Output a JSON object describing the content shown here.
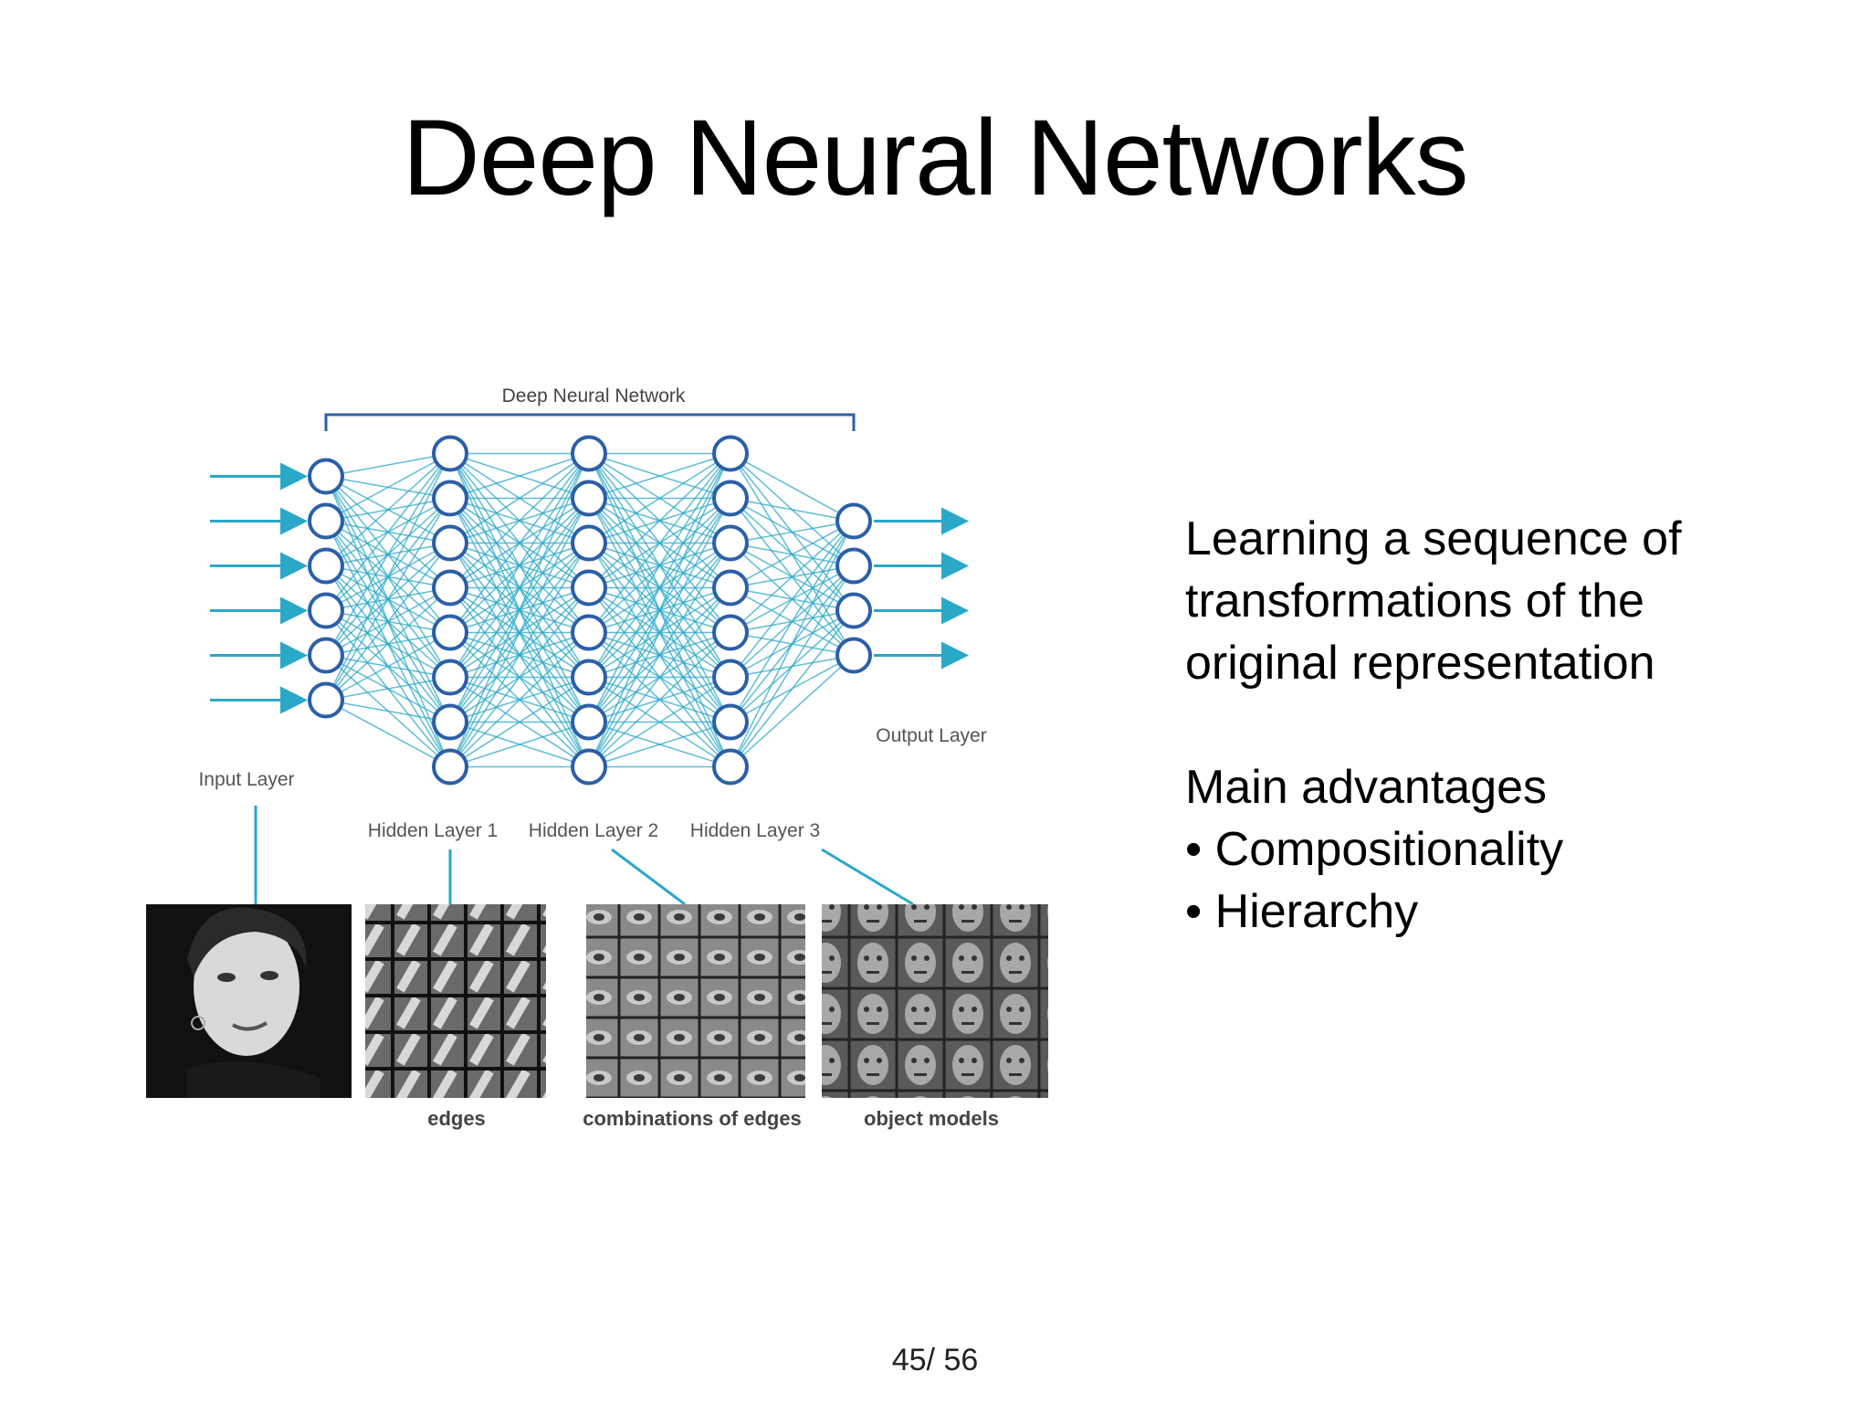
{
  "slide": {
    "title": "Deep Neural Networks",
    "page_number": "45/ 56"
  },
  "diagram": {
    "network_label": "Deep Neural Network",
    "layers": [
      {
        "label": "Input Layer",
        "nodes": 6
      },
      {
        "label": "Hidden Layer 1",
        "nodes": 8
      },
      {
        "label": "Hidden Layer 2",
        "nodes": 8
      },
      {
        "label": "Hidden Layer 3",
        "nodes": 8
      },
      {
        "label": "Output Layer",
        "nodes": 4
      }
    ],
    "feature_panels": [
      {
        "label": "",
        "image": "face-photo"
      },
      {
        "label": "edges",
        "image": "edge-filters"
      },
      {
        "label": "combinations of edges",
        "image": "face-part-filters"
      },
      {
        "label": "object models",
        "image": "face-model-filters"
      }
    ],
    "colors": {
      "node": "#2b5fa8",
      "connection": "#2aa8c8",
      "arrow": "#2aa8c8"
    }
  },
  "text": {
    "line1": "Learning a sequence of",
    "line2": "transformations of the",
    "line3": "original representation",
    "advantages_heading": "Main advantages",
    "bullets": [
      "• Compositionality",
      "• Hierarchy"
    ]
  }
}
